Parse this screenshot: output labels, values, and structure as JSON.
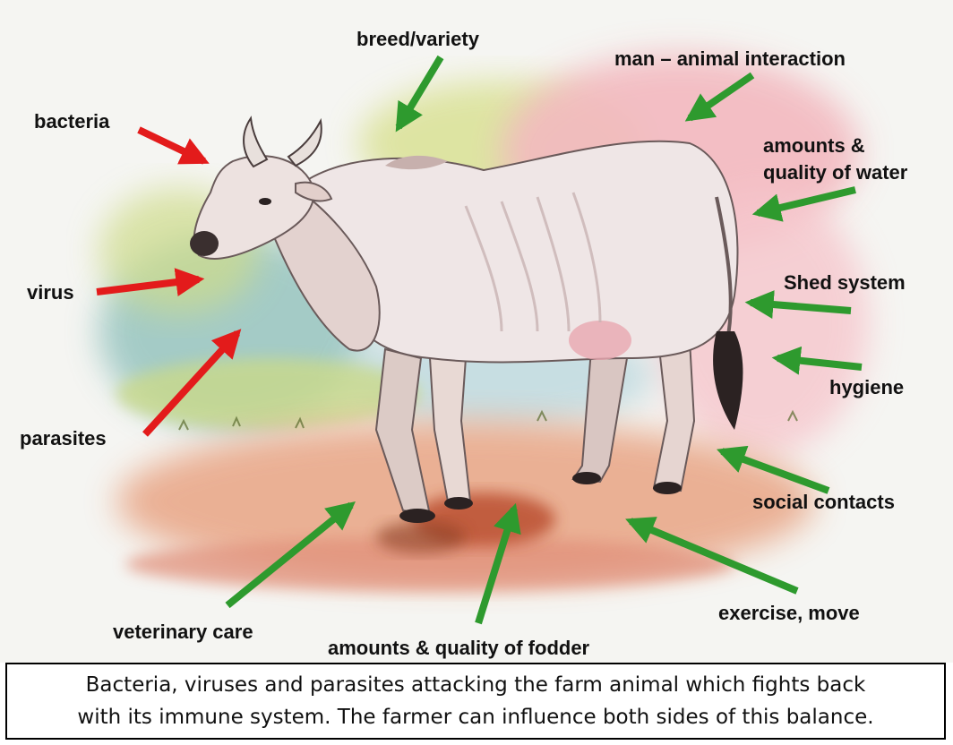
{
  "illustration": {
    "subject": "cow-illustration",
    "colors": {
      "threat_arrow": "#e31b1b",
      "influence_arrow": "#2e9a2e",
      "ground": "#e9a98a",
      "sky_left": "#9cc7c2",
      "sky_right": "#f3b9c0",
      "grass": "#cfdc8a"
    }
  },
  "threats": [
    {
      "id": "bacteria",
      "label": "bacteria"
    },
    {
      "id": "virus",
      "label": "virus"
    },
    {
      "id": "parasites",
      "label": "parasites"
    }
  ],
  "influences": [
    {
      "id": "breed",
      "label": "breed/variety"
    },
    {
      "id": "man",
      "label": "man – animal interaction"
    },
    {
      "id": "water1",
      "label": "amounts &"
    },
    {
      "id": "water2",
      "label": "quality of water"
    },
    {
      "id": "shed",
      "label": "Shed system"
    },
    {
      "id": "hygiene",
      "label": "hygiene"
    },
    {
      "id": "social",
      "label": "social contacts"
    },
    {
      "id": "exercise",
      "label": "exercise, move"
    },
    {
      "id": "fodder",
      "label": "amounts & quality of fodder"
    },
    {
      "id": "vet",
      "label": "veterinary care"
    }
  ],
  "caption": {
    "line1": "Bacteria, viruses and parasites attacking the farm animal which fights back",
    "line2": "with its immune system. The farmer can influence both sides of this balance."
  }
}
